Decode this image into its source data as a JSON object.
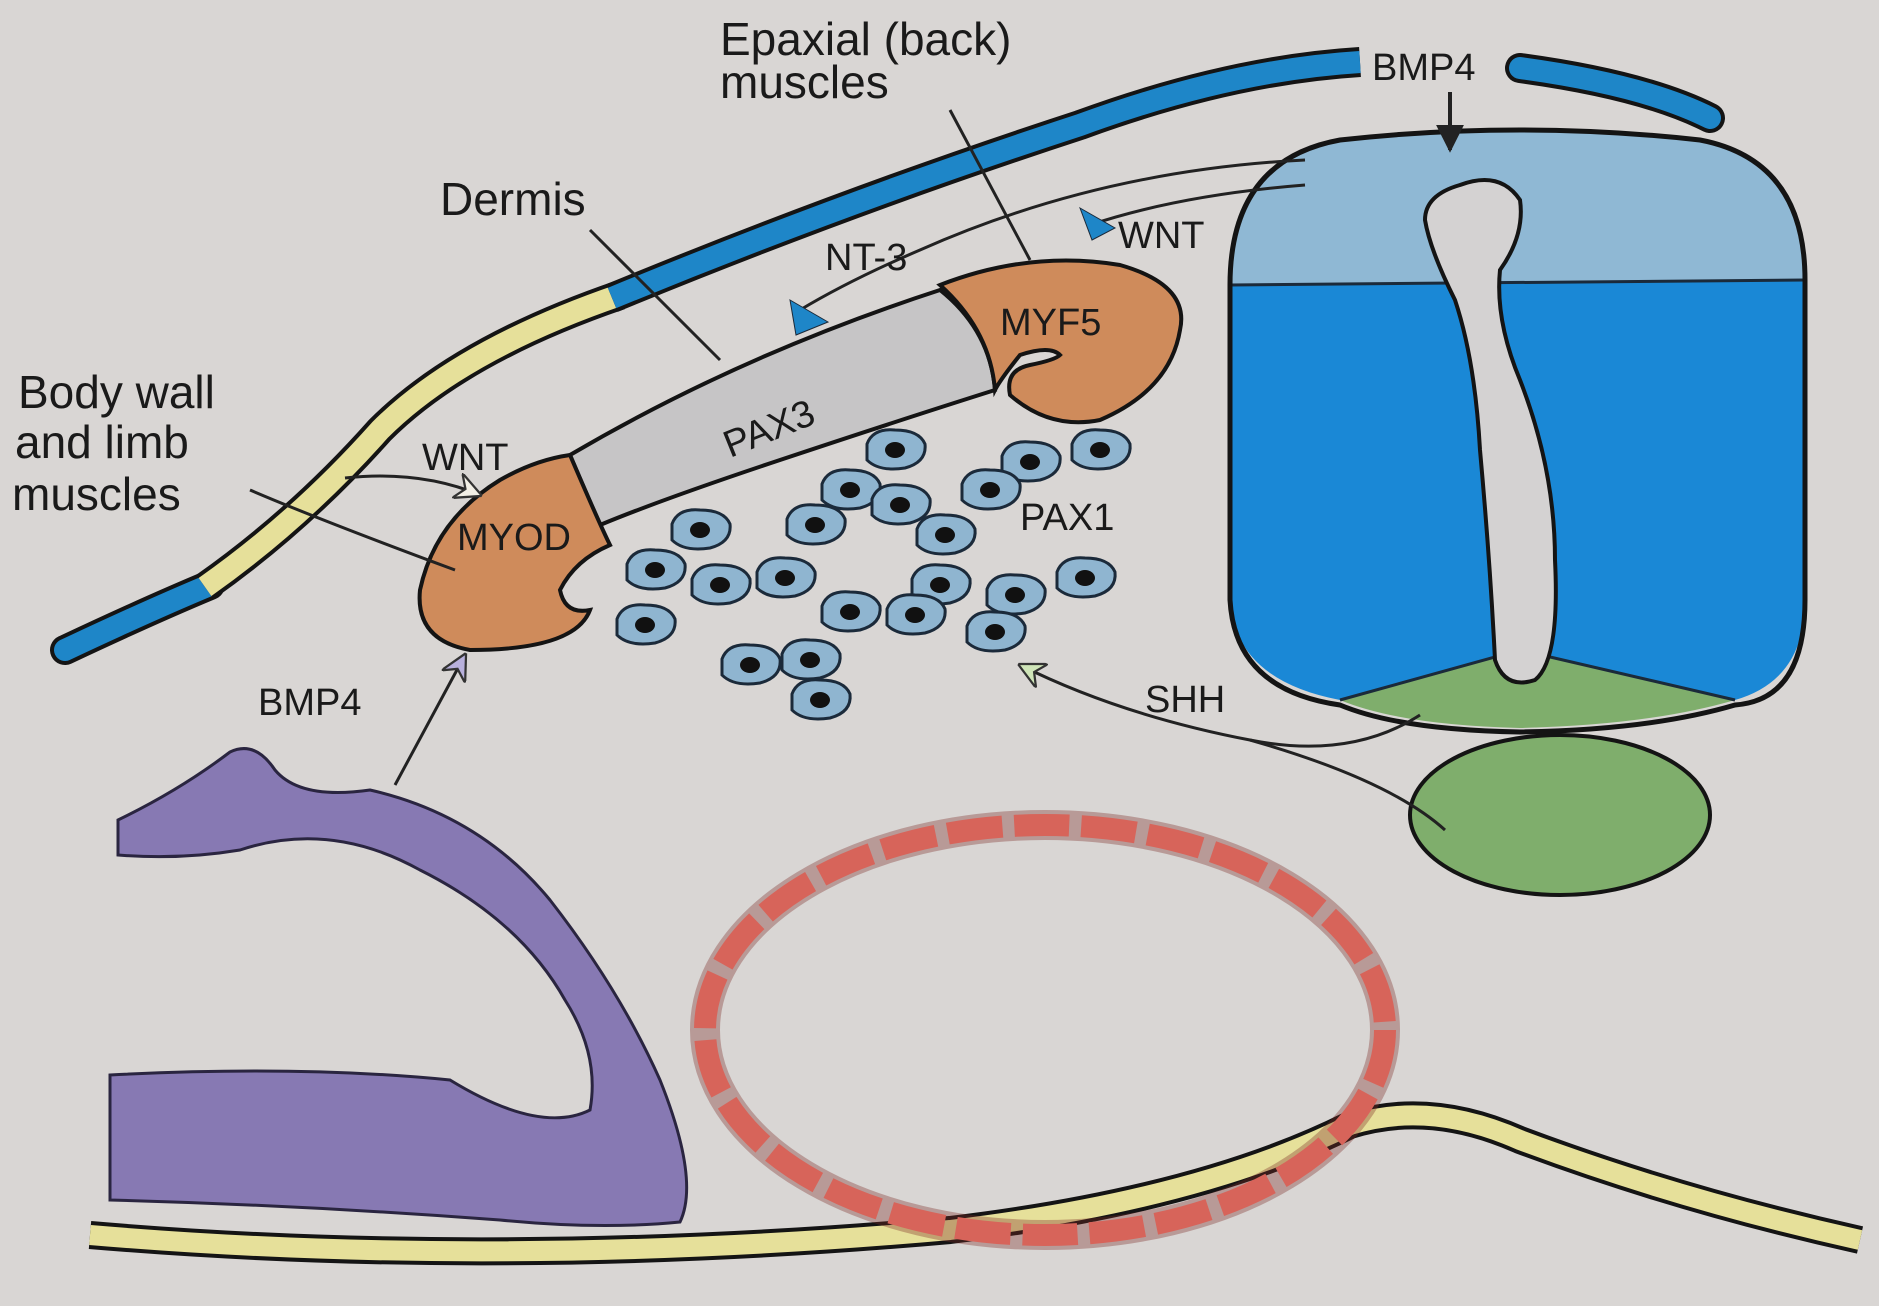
{
  "labels": {
    "epaxial_line1": "Epaxial (back)",
    "epaxial_line2": "muscles",
    "bmp4_top": "BMP4",
    "dermis": "Dermis",
    "nt3": "NT-3",
    "wnt_top": "WNT",
    "myf5": "MYF5",
    "pax3": "PAX3",
    "body_wall_line1": "Body wall",
    "body_wall_line2": "and limb",
    "body_wall_line3": "muscles",
    "wnt_left": "WNT",
    "myod": "MYOD",
    "pax1": "PAX1",
    "bmp4_bottom": "BMP4",
    "shh": "SHH"
  },
  "colors": {
    "background": "#d9d6d4",
    "ectoderm_blue": "#1e86c8",
    "ectoderm_yellow": "#e6e09a",
    "neural_tube_dorsal": "#8fb8d4",
    "neural_tube_mid": "#1a88d6",
    "floor_plate_green": "#7fae6c",
    "notochord_green": "#7fae6c",
    "dermomyotome_gray": "#c6c5c6",
    "myotome_orange": "#cf8b5b",
    "sclerotome_cells": "#8fb5d0",
    "lateral_mesoderm_purple": "#8779b3",
    "aorta_red": "#d7645a"
  }
}
